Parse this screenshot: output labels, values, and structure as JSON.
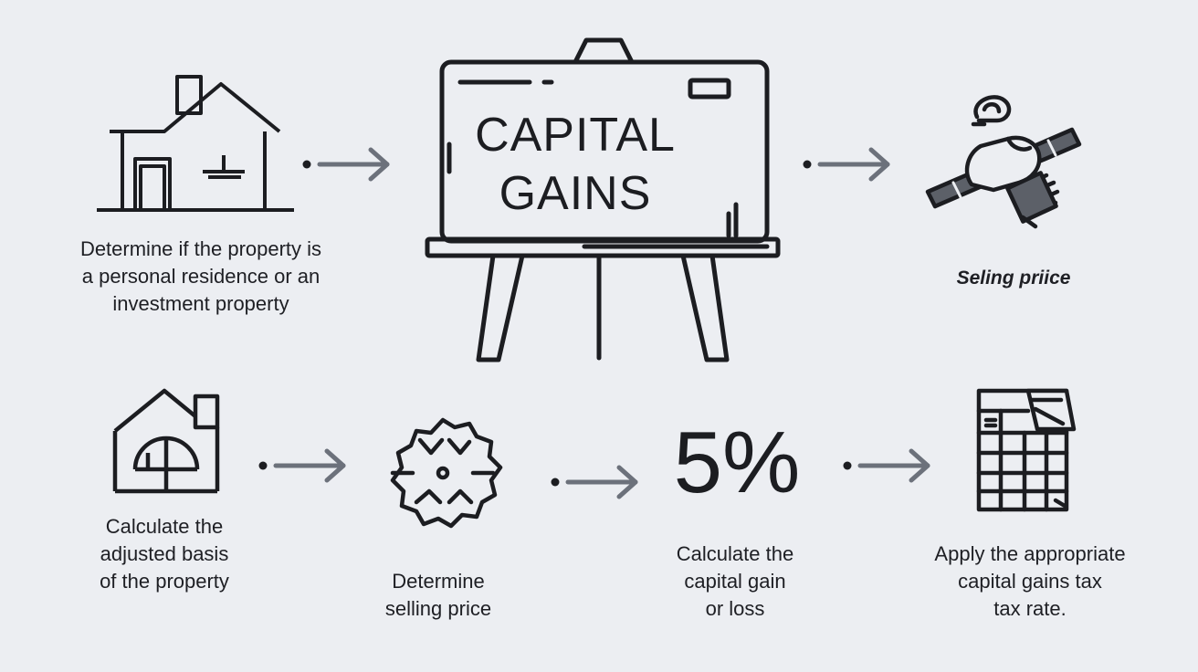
{
  "board": {
    "title_line1": "CAPITAL",
    "title_line2": "GAINS"
  },
  "steps": {
    "residence": "Determine if the property is\na personal residence or an\ninvestment property",
    "selling_top": "Seling priice",
    "basis": "Calculate the\nadjusted basis\nof the property",
    "selling_bottom": "Determine\nselling price",
    "gain": "Calculate the\ncapital gain\nor loss",
    "rate": "Apply the appropriate\ncapital gains tax\ntax rate."
  },
  "percent_label": "5%",
  "icons": {
    "house": "house-icon",
    "board": "easel-board-icon",
    "hand": "hand-holding-money-icon",
    "house_basis": "house-basis-icon",
    "gear": "gear-icon",
    "percent": "percent-icon",
    "table": "tax-table-icon",
    "arrow": "arrow-right-icon"
  },
  "colors": {
    "background": "#eceef2",
    "stroke": "#1c1d21",
    "arrow": "#6c717b",
    "accent_gray": "#5c6068"
  }
}
